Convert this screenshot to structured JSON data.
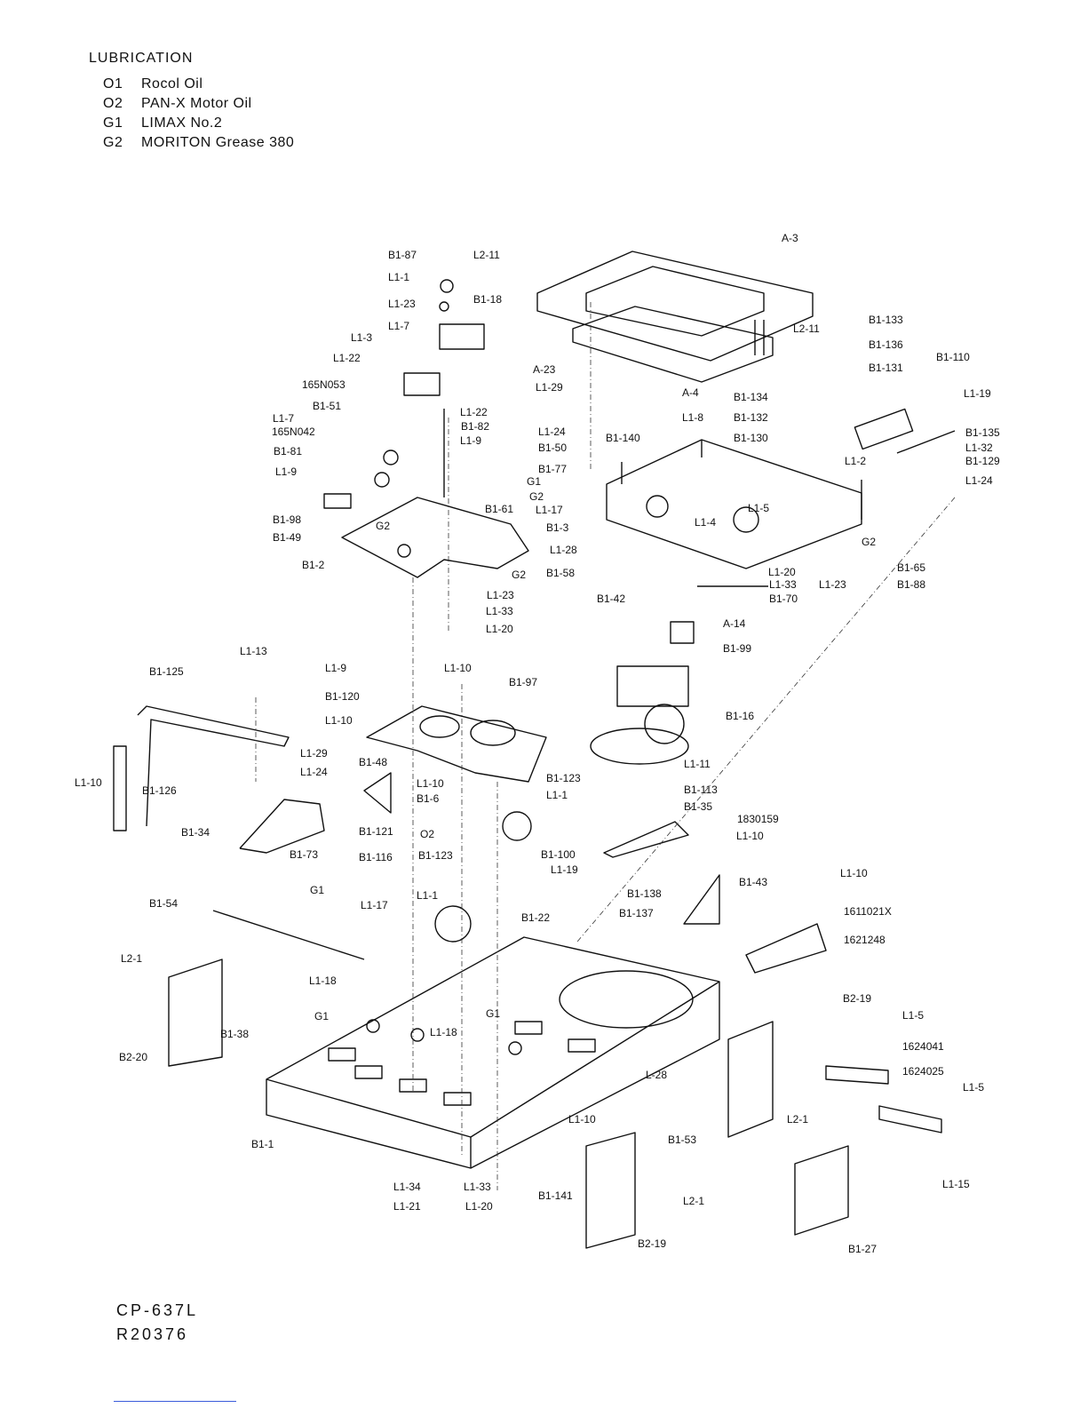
{
  "lubrication": {
    "title": "LUBRICATION",
    "items": [
      {
        "code": "O1",
        "name": "Rocol Oil"
      },
      {
        "code": "O2",
        "name": "PAN-X Motor Oil"
      },
      {
        "code": "G1",
        "name": "LIMAX No.2"
      },
      {
        "code": "G2",
        "name": "MORITON Grease 380"
      }
    ]
  },
  "footer": {
    "model": "CP-637L",
    "code": "R20376"
  },
  "parts": [
    {
      "label": "A-3"
    },
    {
      "label": "L2-11"
    },
    {
      "label": "B1-87"
    },
    {
      "label": "L1-1"
    },
    {
      "label": "L1-23"
    },
    {
      "label": "B1-18"
    },
    {
      "label": "L1-7"
    },
    {
      "label": "L1-3"
    },
    {
      "label": "L1-22"
    },
    {
      "label": "A-23"
    },
    {
      "label": "L1-29"
    },
    {
      "label": "165N053"
    },
    {
      "label": "B1-51"
    },
    {
      "label": "L1-22"
    },
    {
      "label": "L1-7"
    },
    {
      "label": "B1-82"
    },
    {
      "label": "165N042"
    },
    {
      "label": "L1-9"
    },
    {
      "label": "L1-24"
    },
    {
      "label": "B1-50"
    },
    {
      "label": "B1-81"
    },
    {
      "label": "B1-77"
    },
    {
      "label": "L1-9"
    },
    {
      "label": "G1"
    },
    {
      "label": "G2"
    },
    {
      "label": "B1-98"
    },
    {
      "label": "B1-61"
    },
    {
      "label": "L1-17"
    },
    {
      "label": "G2"
    },
    {
      "label": "B1-49"
    },
    {
      "label": "B1-2"
    },
    {
      "label": "G2"
    },
    {
      "label": "L1-23"
    },
    {
      "label": "L1-33"
    },
    {
      "label": "L1-20"
    },
    {
      "label": "B1-133"
    },
    {
      "label": "L2-11"
    },
    {
      "label": "B1-136"
    },
    {
      "label": "B1-131"
    },
    {
      "label": "B1-110"
    },
    {
      "label": "A-4"
    },
    {
      "label": "B1-134"
    },
    {
      "label": "L1-19"
    },
    {
      "label": "L1-8"
    },
    {
      "label": "B1-132"
    },
    {
      "label": "B1-140"
    },
    {
      "label": "B1-130"
    },
    {
      "label": "B1-135"
    },
    {
      "label": "L1-32"
    },
    {
      "label": "B1-129"
    },
    {
      "label": "L1-2"
    },
    {
      "label": "L1-24"
    },
    {
      "label": "L1-5"
    },
    {
      "label": "B1-3"
    },
    {
      "label": "L1-4"
    },
    {
      "label": "L1-28"
    },
    {
      "label": "G2"
    },
    {
      "label": "B1-65"
    },
    {
      "label": "B1-58"
    },
    {
      "label": "L1-20"
    },
    {
      "label": "L1-33"
    },
    {
      "label": "L1-23"
    },
    {
      "label": "B1-88"
    },
    {
      "label": "B1-42"
    },
    {
      "label": "B1-70"
    },
    {
      "label": "A-14"
    },
    {
      "label": "B1-99"
    },
    {
      "label": "B1-16"
    },
    {
      "label": "L1-13"
    },
    {
      "label": "B1-125"
    },
    {
      "label": "L1-9"
    },
    {
      "label": "L1-10"
    },
    {
      "label": "B1-97"
    },
    {
      "label": "B1-120"
    },
    {
      "label": "L1-10"
    },
    {
      "label": "L1-29"
    },
    {
      "label": "L1-24"
    },
    {
      "label": "B1-48"
    },
    {
      "label": "L1-10"
    },
    {
      "label": "B1-126"
    },
    {
      "label": "L1-10"
    },
    {
      "label": "B1-6"
    },
    {
      "label": "B1-123"
    },
    {
      "label": "L1-1"
    },
    {
      "label": "L1-11"
    },
    {
      "label": "B1-113"
    },
    {
      "label": "B1-35"
    },
    {
      "label": "B1-34"
    },
    {
      "label": "O2"
    },
    {
      "label": "1830159"
    },
    {
      "label": "B1-121"
    },
    {
      "label": "L1-10"
    },
    {
      "label": "B1-73"
    },
    {
      "label": "B1-116"
    },
    {
      "label": "B1-123"
    },
    {
      "label": "B1-100"
    },
    {
      "label": "L1-19"
    },
    {
      "label": "B1-43"
    },
    {
      "label": "G1"
    },
    {
      "label": "B1-138"
    },
    {
      "label": "B1-54"
    },
    {
      "label": "L1-17"
    },
    {
      "label": "L1-1"
    },
    {
      "label": "B1-22"
    },
    {
      "label": "B1-137"
    },
    {
      "label": "L1-10"
    },
    {
      "label": "1611021X"
    },
    {
      "label": "1621248"
    },
    {
      "label": "L2-1"
    },
    {
      "label": "L1-18"
    },
    {
      "label": "G1"
    },
    {
      "label": "G1"
    },
    {
      "label": "B2-19"
    },
    {
      "label": "B1-38"
    },
    {
      "label": "L1-18"
    },
    {
      "label": "L1-5"
    },
    {
      "label": "B2-20"
    },
    {
      "label": "1624041"
    },
    {
      "label": "1624025"
    },
    {
      "label": "L-28"
    },
    {
      "label": "L1-5"
    },
    {
      "label": "L2-1"
    },
    {
      "label": "L1-10"
    },
    {
      "label": "B1-53"
    },
    {
      "label": "B1-1"
    },
    {
      "label": "L1-15"
    },
    {
      "label": "L1-34"
    },
    {
      "label": "L1-33"
    },
    {
      "label": "L2-1"
    },
    {
      "label": "L1-21"
    },
    {
      "label": "L1-20"
    },
    {
      "label": "B1-141"
    },
    {
      "label": "B2-19"
    },
    {
      "label": "B1-27"
    }
  ]
}
